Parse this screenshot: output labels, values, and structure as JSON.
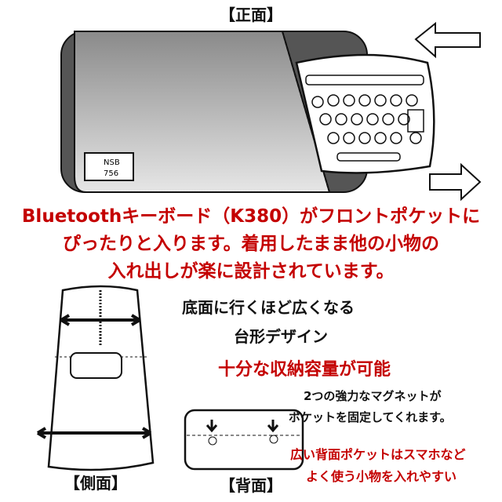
{
  "labels": {
    "front": "【正面】",
    "side": "【側面】",
    "back": "【背面】",
    "patch_line1": "NSB",
    "patch_line2": "756"
  },
  "main_caption": [
    "Bluetoothキーボード（K380）がフロントポケットに",
    "ぴったりと入ります。着用したまま他の小物の",
    "入れ出しが楽に設計されています。"
  ],
  "side_caption": {
    "line1": "底面に行くほど広くなる",
    "line2": "台形デザイン",
    "highlight": "十分な収納容量が可能"
  },
  "magnet_caption": {
    "line1": "2つの強力なマグネットが",
    "line2": "ポケットを固定してくれます。"
  },
  "back_caption": {
    "line1": "広い背面ポケットはスマホなど",
    "line2": "よく使う小物を入れやすい"
  },
  "colors": {
    "accent_red": "#c40000",
    "text": "#111111"
  }
}
